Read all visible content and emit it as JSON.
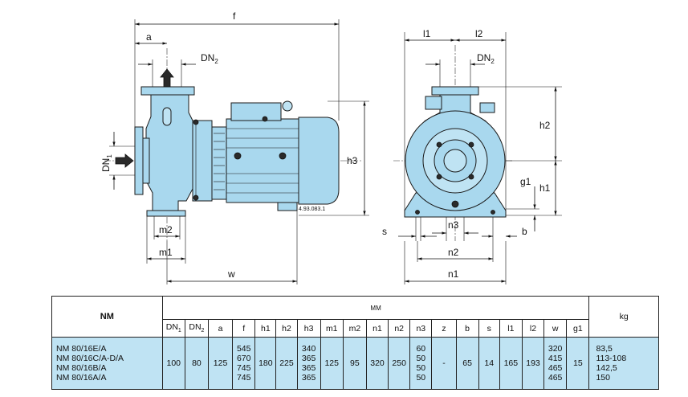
{
  "drawing": {
    "side_view_labels": {
      "f": "f",
      "a": "a",
      "dn2": "DN",
      "dn2_sub": "2",
      "dn1": "DN",
      "dn1_sub": "1",
      "h3": "h3",
      "m2": "m2",
      "m1": "m1",
      "w": "w",
      "part_number": "4.93.083.1"
    },
    "front_view_labels": {
      "l1": "l1",
      "l2": "l2",
      "dn2": "DN",
      "dn2_sub": "2",
      "h2": "h2",
      "g1": "g1",
      "h1": "h1",
      "s": "s",
      "n3": "n3",
      "b": "b",
      "n2": "n2",
      "n1": "n1"
    }
  },
  "table": {
    "nm_header": "NM",
    "mm_header": "MM",
    "kg_header": "kg",
    "columns": [
      "DN1",
      "DN2",
      "a",
      "f",
      "h1",
      "h2",
      "h3",
      "m1",
      "m2",
      "n1",
      "n2",
      "n3",
      "z",
      "b",
      "s",
      "l1",
      "l2",
      "w",
      "g1"
    ],
    "models": [
      "NM  80/16E/A",
      "NM  80/16C/A-D/A",
      "NM  80/16B/A",
      "NM  80/16A/A"
    ],
    "values": {
      "DN1": "100",
      "DN2": "80",
      "a": "125",
      "f": [
        "545",
        "670",
        "745",
        "745"
      ],
      "h1": "180",
      "h2": "225",
      "h3": [
        "340",
        "365",
        "365",
        "365"
      ],
      "m1": "125",
      "m2": "95",
      "n1": "320",
      "n2": "250",
      "n3": [
        "60",
        "50",
        "50",
        "50"
      ],
      "z": "-",
      "b": "65",
      "s": "14",
      "l1": "165",
      "l2": "193",
      "w": [
        "320",
        "415",
        "465",
        "465"
      ],
      "g1": "15"
    },
    "kg": [
      "83,5",
      "113-108",
      "142,5",
      "150"
    ]
  }
}
